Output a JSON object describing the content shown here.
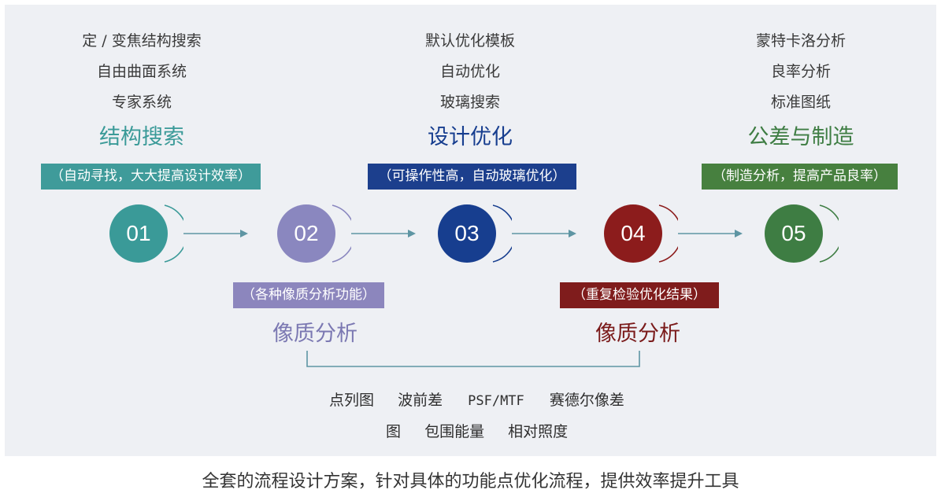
{
  "colors": {
    "teal": "#3a9a98",
    "lavender": "#8a87bf",
    "navy": "#173e8f",
    "maroon": "#8c1c1c",
    "green": "#3e7d43",
    "teal_tag": "#3f9b9a",
    "lavender_tag": "#8c86bd",
    "navy_tag": "#1c3f8d",
    "maroon_tag": "#7f1c1c",
    "green_tag": "#47803f",
    "arrow": "#5e95a3"
  },
  "stages": [
    {
      "num": "01",
      "color_key": "teal"
    },
    {
      "num": "02",
      "color_key": "lavender"
    },
    {
      "num": "03",
      "color_key": "navy"
    },
    {
      "num": "04",
      "color_key": "maroon"
    },
    {
      "num": "05",
      "color_key": "green"
    }
  ],
  "top_groups": [
    {
      "lines": [
        "定 / 变焦结构搜索",
        "自由曲面系统",
        "专家系统"
      ],
      "title": "结构搜索",
      "tag": "（自动寻找，大大提高设计效率）"
    },
    {
      "lines": [
        "默认优化模板",
        "自动优化",
        "玻璃搜索"
      ],
      "title": "设计优化",
      "tag": "（可操作性高，自动玻璃优化）"
    },
    {
      "lines": [
        "蒙特卡洛分析",
        "良率分析",
        "标准图纸"
      ],
      "title": "公差与制造",
      "tag": "（制造分析，提高产品良率）"
    }
  ],
  "bottom_groups": [
    {
      "tag": "（各种像质分析功能）",
      "title": "像质分析"
    },
    {
      "tag": "（重复检验优化结果）",
      "title": "像质分析"
    }
  ],
  "metrics": {
    "row1": [
      "点列图",
      "波前差",
      "PSF/MTF",
      "赛德尔像差"
    ],
    "row2": [
      "图",
      "包围能量",
      "相对照度"
    ]
  },
  "caption": "全套的流程设计方案，针对具体的功能点优化流程，提供效率提升工具"
}
